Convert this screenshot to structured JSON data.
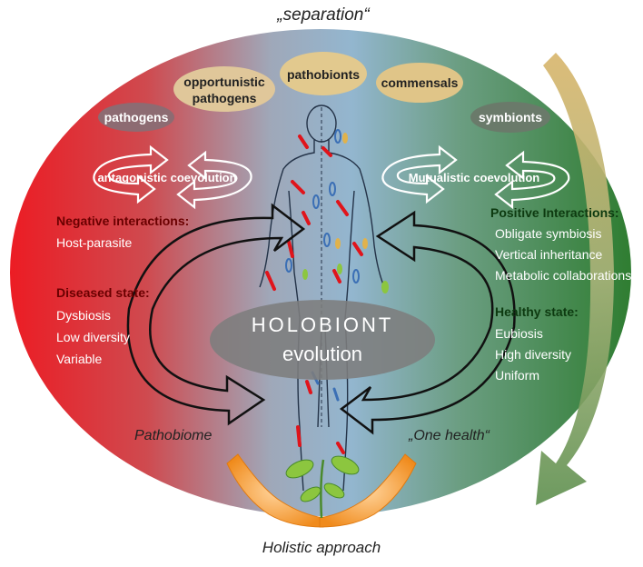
{
  "top_label": "„separation“",
  "bottom_label": "Holistic approach",
  "center": {
    "title": "HOLOBIONT",
    "subtitle": "evolution"
  },
  "top_categories": [
    {
      "label": "pathogens"
    },
    {
      "label_line1": "opportunistic",
      "label_line2": "pathogens"
    },
    {
      "label": "pathobionts"
    },
    {
      "label": "commensals"
    },
    {
      "label": "symbionts"
    }
  ],
  "left": {
    "coevolution": "antagonistic coevolution",
    "interactions_title": "Negative interactions:",
    "interactions_items": [
      "Host-parasite"
    ],
    "state_title": "Diseased state:",
    "state_items": [
      "Dysbiosis",
      "Low diversity",
      "Variable"
    ],
    "bottom": "Pathobiome"
  },
  "right": {
    "coevolution": "Mutualistic coevolution",
    "interactions_title": "Positive Interactions:",
    "interactions_items": [
      "Obligate symbiosis",
      "Vertical inheritance",
      "Metabolic collaborations"
    ],
    "state_title": "Healthy state:",
    "state_items": [
      "Eubiosis",
      "High diversity",
      "Uniform"
    ],
    "bottom": "„One health“"
  },
  "colors": {
    "negative": "#e31a1c",
    "positive": "#2e7d32",
    "middle": "#8fb0c8",
    "heading": "#8b0000"
  }
}
